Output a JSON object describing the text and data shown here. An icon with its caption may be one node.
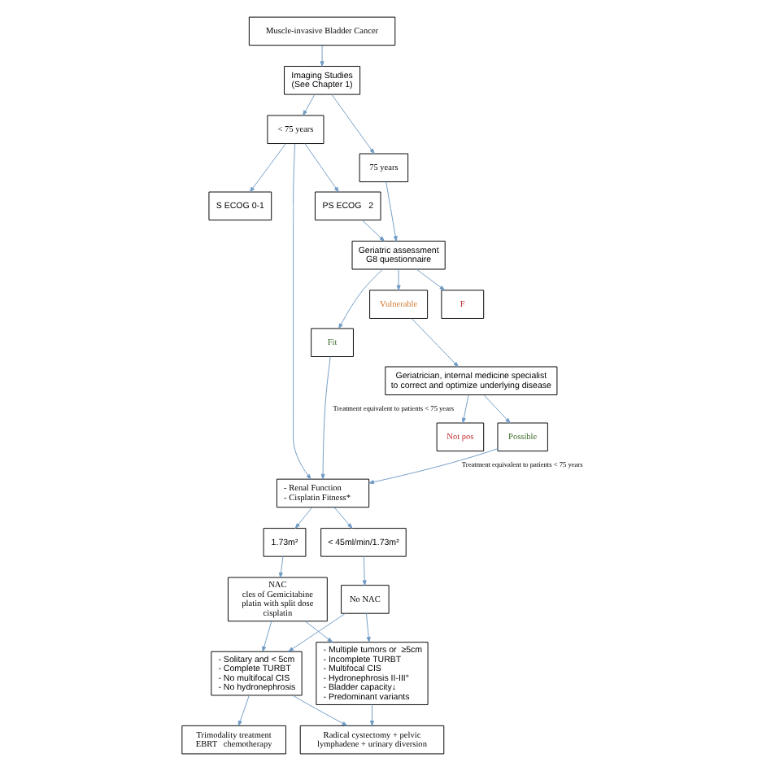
{
  "diagram": {
    "nodes": [
      {
        "text": [
          "Muscle-invasive Bladder Cancer"
        ]
      },
      {
        "text": [
          "Imaging Studies",
          "(See Chapter 1)"
        ]
      },
      {
        "text": [
          "S ECOG 0-1"
        ]
      },
      {
        "text": [
          "< 75 years"
        ]
      },
      {
        "text": [
          "PS ECOG   2"
        ]
      },
      {
        "text": [
          "75 years"
        ]
      },
      {
        "text": [
          "Geriatric assessment G8 questionnaire"
        ]
      },
      {
        "text": [
          "- Renal Function - Cisplatin Fitness*"
        ]
      },
      {
        "text": [
          "1.73m²"
        ]
      },
      {
        "text": [
          "< 45ml/min/1.73m²"
        ]
      },
      {
        "text": [
          "NAC",
          "cles of Gemicitabine platin with split dose cisplatin"
        ]
      },
      {
        "text": [
          "No NAC"
        ]
      },
      {
        "text": [
          "Fit"
        ]
      },
      {
        "text": [
          "Vulnerable"
        ]
      },
      {
        "text": [
          "F"
        ]
      },
      {
        "text": [
          "Geriatrician, internal medicine specialist to correct and optimize underlying disease"
        ]
      },
      {
        "text": [
          "Possible"
        ]
      },
      {
        "text": [
          "Not pos"
        ]
      },
      {
        "text": [
          "- Solitary and < 5cm - Complete TURBT - No multifocal CIS - No hydronephrosis"
        ]
      },
      {
        "text": [
          "- Multiple tumors or  ≥5cm - Incomplete TURBT - Multifocal CIS - Hydronephrosis II-III° - Bladder capacity↓ - Predominant variants"
        ]
      },
      {
        "text": [
          "Trimodality treatment EBRT   chemotherapy"
        ]
      },
      {
        "text": [
          "Radical cystectomy + pelvic lymphadene + urinary diversion"
        ]
      }
    ],
    "edges": [
      {
        "from": 0,
        "to": 1,
        "arrow": "to"
      },
      {
        "from": 1,
        "to": 3,
        "arrow": "to"
      },
      {
        "from": 1,
        "to": 5,
        "arrow": "to"
      },
      {
        "from": 3,
        "to": 2,
        "arrow": "to"
      },
      {
        "from": 3,
        "to": 4,
        "arrow": "to"
      },
      {
        "from": 3,
        "to": 7,
        "arrow": "to"
      },
      {
        "from": 4,
        "to": 6,
        "arrow": "to"
      },
      {
        "from": 5,
        "to": 6,
        "arrow": "to"
      },
      {
        "from": 6,
        "to": 12,
        "arrow": "to"
      },
      {
        "from": 6,
        "to": 13,
        "arrow": "to"
      },
      {
        "from": 6,
        "to": 14,
        "arrow": "to"
      },
      {
        "from": 12,
        "to": 7,
        "arrow": "to",
        "label": "Treatment equivalent to patients < 75 years"
      },
      {
        "from": 16,
        "to": 7,
        "arrow": "to",
        "label": "Treatment equivalent to patients < 75 years"
      },
      {
        "from": 7,
        "to": 8,
        "arrow": "to"
      },
      {
        "from": 7,
        "to": 9,
        "arrow": "to"
      },
      {
        "from": 8,
        "to": 10,
        "arrow": "to"
      },
      {
        "from": 9,
        "to": 11,
        "arrow": "to"
      },
      {
        "from": 13,
        "to": 15,
        "arrow": "to"
      },
      {
        "from": 15,
        "to": 16,
        "arrow": "to"
      },
      {
        "from": 15,
        "to": 17,
        "arrow": "to"
      },
      {
        "from": 10,
        "to": 18,
        "arrow": "to"
      },
      {
        "from": 10,
        "to": 19,
        "arrow": "to"
      },
      {
        "from": 11,
        "to": 18,
        "arrow": "to"
      },
      {
        "from": 11,
        "to": 19,
        "arrow": "to"
      },
      {
        "from": 18,
        "to": 20,
        "arrow": "to"
      },
      {
        "from": 18,
        "to": 21,
        "arrow": "to"
      },
      {
        "from": 19,
        "to": 21,
        "arrow": "to"
      }
    ]
  }
}
